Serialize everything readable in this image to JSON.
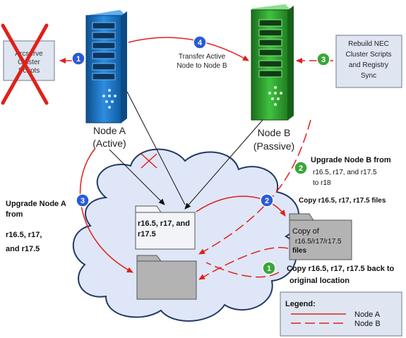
{
  "boxes": {
    "arcserve": {
      "line1": "Arcserve",
      "line2": "Cluster",
      "line3": "Scripts"
    },
    "rebuild": {
      "line1": "Rebuild NEC",
      "line2": "Cluster Scripts",
      "line3": "and Registry",
      "line4": "Sync"
    }
  },
  "nodes": {
    "a": {
      "name": "Node A",
      "state": "(Active)"
    },
    "b": {
      "name": "Node B",
      "state": "(Passive)"
    }
  },
  "steps": {
    "transfer": {
      "number": "4",
      "line1": "Transfer Active",
      "line2": "Node to Node B"
    },
    "a1": {
      "number": "1"
    },
    "b3": {
      "number": "3"
    },
    "upgrade_b": {
      "number": "2",
      "line1": "Upgrade Node B from",
      "line2": "r16.5, r17, and r17.5",
      "line3": "to r18"
    },
    "copy": {
      "number": "2",
      "text": "Copy r16.5, r17, r17.5  files"
    },
    "upgrade_a": {
      "number": "3",
      "line1": "Upgrade Node A",
      "line2": "from",
      "line3": "r16.5, r17,",
      "line4": "and r17.5"
    },
    "copy_back": {
      "number": "1",
      "line1": "Copy r16.5, r17, r17.5 back to",
      "line2": "original location"
    }
  },
  "folders": {
    "top": {
      "line1": "r16.5, r17, and",
      "line2": "r17.5"
    },
    "copy": {
      "line1": "Copy of",
      "line2": "r16.5/r17/r17.5",
      "line3": "files"
    }
  },
  "legend": {
    "title": "Legend:",
    "node_a": "Node A",
    "node_b": "Node B"
  },
  "colors": {
    "node_a_server": "#1e78c8",
    "node_b_server": "#2ea82e",
    "red_line": "#e0201a",
    "step_blue": "#2a5bd7",
    "step_green": "#3aa63a",
    "box_fill": "#dfe6f2",
    "cloud_fill": "#dfe6f7",
    "folder_light": "#f2f4f8",
    "folder_gray": "#b3b3b3"
  }
}
